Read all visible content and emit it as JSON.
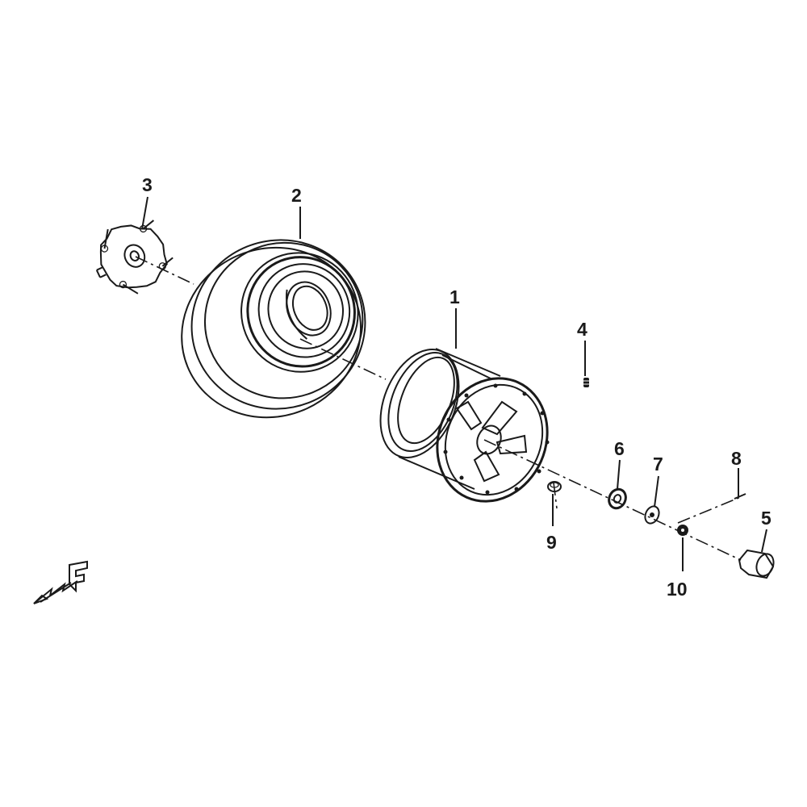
{
  "diagram": {
    "type": "exploded-parts-view",
    "callouts": [
      "1",
      "2",
      "3",
      "4",
      "5",
      "6",
      "7",
      "8",
      "9",
      "10"
    ],
    "orientation_marker": {
      "letter": "F",
      "icon": "front-direction-arrow-icon"
    },
    "colors": {
      "line": "#1a1a1a",
      "background": "#ffffff"
    }
  }
}
